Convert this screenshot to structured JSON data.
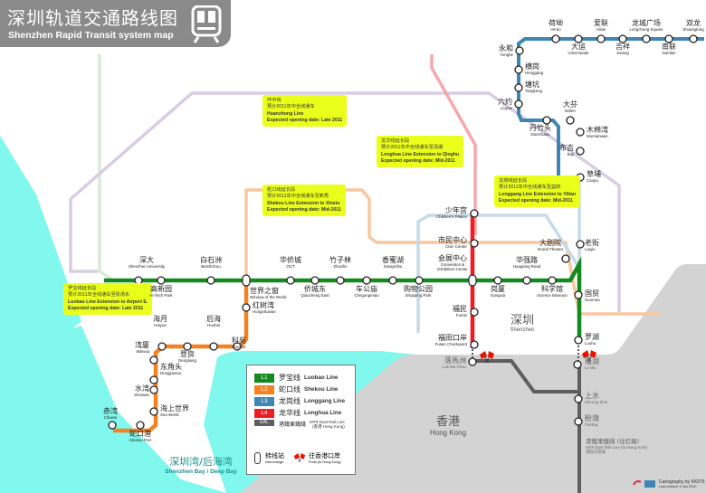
{
  "header": {
    "title_cn": "深圳轨道交通路线图",
    "title_en": "Shenzhen Rapid Transit system map",
    "icon": "metro-train-icon"
  },
  "colors": {
    "luobao": "#138a1e",
    "shekou": "#f58220",
    "longgang": "#3f86b5",
    "longhua": "#ee1c25",
    "eal": "#5e5e5e",
    "planned_huanzhong": "#d8cde3",
    "planned_shekou": "#f8c7a0",
    "planned_longgang": "#c5dbe9",
    "planned_longhua": "#f4a9ad",
    "planned_luobao": "#d9eadb",
    "sea": "#80f8ee",
    "hong_kong_land": "#d3d3d3",
    "note_bg": "#eaff1a"
  },
  "notes": [
    {
      "lines": [
        "环中线",
        "预计2011年中全线通车",
        "Huanzhong Line",
        "Expected opening date: Late 2011"
      ]
    },
    {
      "lines": [
        "龙华线延长段",
        "预计2011年中全线通车至清湖",
        "Longhua Line Extension to Qinghu",
        "Expected opening date: Mid-2011"
      ]
    },
    {
      "lines": [
        "蛇口线延长段",
        "预计2011年中全线通车至新秀",
        "Shekou Line Extension to Xinxiu",
        "Expected opening date: Mid-2011"
      ]
    },
    {
      "lines": [
        "龙岗线延长段",
        "预计2011年中全线通车至益田",
        "Longgang Line Extension to Yitian",
        "Expected opening date: Mid-2011"
      ]
    },
    {
      "lines": [
        "罗宝线延长段",
        "预计2011年全线通车至机场东",
        "Luobao Line Extension to Airport E.",
        "Expected opening date: Late 2011"
      ]
    }
  ],
  "stations": {
    "luobao": [
      {
        "cn": "深大",
        "en": "Shenzhen University"
      },
      {
        "cn": "高新园",
        "en": "Hi-Tech Park"
      },
      {
        "cn": "白石洲",
        "en": "Baishizhou"
      },
      {
        "cn": "世界之窗",
        "en": "Window of the World"
      },
      {
        "cn": "华侨城",
        "en": "OCT"
      },
      {
        "cn": "侨城东",
        "en": "Qiaocheng East"
      },
      {
        "cn": "竹子林",
        "en": "Zhuzilin"
      },
      {
        "cn": "车公庙",
        "en": "Chegongmiao"
      },
      {
        "cn": "香蜜湖",
        "en": "Xiangmihu"
      },
      {
        "cn": "购物公园",
        "en": "Shopping Park"
      },
      {
        "cn": "会展中心",
        "en": "Convention &",
        "en2": "Exhibition Center"
      },
      {
        "cn": "岗厦",
        "en": "Gangxia"
      },
      {
        "cn": "华强路",
        "en": "Huaqiang Road"
      },
      {
        "cn": "科学馆",
        "en": "Science Museum"
      },
      {
        "cn": "大剧院",
        "en": "Grand Theater"
      },
      {
        "cn": "老街",
        "en": "Laojie"
      },
      {
        "cn": "国贸",
        "en": "Guomao"
      },
      {
        "cn": "罗湖",
        "en": "Luohu"
      }
    ],
    "shekou": [
      {
        "cn": "红树湾",
        "en": "Hongshuwan"
      },
      {
        "cn": "科苑",
        "en": "Keyuan"
      },
      {
        "cn": "后海",
        "en": "Houhai"
      },
      {
        "cn": "登良",
        "en": "Dengliang"
      },
      {
        "cn": "海月",
        "en": "Haiyue"
      },
      {
        "cn": "湾厦",
        "en": "Wanxia"
      },
      {
        "cn": "东角头",
        "en": "Dongjiaotou"
      },
      {
        "cn": "水湾",
        "en": "Shuiwan"
      },
      {
        "cn": "海上世界",
        "en": "Sea World"
      },
      {
        "cn": "蛇口港",
        "en": "Shekou Port"
      },
      {
        "cn": "赤湾",
        "en": "Chiwan"
      }
    ],
    "longgang": [
      {
        "cn": "荷坳",
        "en": "He'ao"
      },
      {
        "cn": "大运",
        "en": "Universiade"
      },
      {
        "cn": "爱联",
        "en": "Ailian"
      },
      {
        "cn": "吉祥",
        "en": "Jixiang"
      },
      {
        "cn": "龙城广场",
        "en": "Longcheng Square"
      },
      {
        "cn": "南联",
        "en": "Nanlian"
      },
      {
        "cn": "双龙",
        "en": "Shuanglong"
      },
      {
        "cn": "永和",
        "en": "Yonghe"
      },
      {
        "cn": "横岗",
        "en": "Henggang"
      },
      {
        "cn": "塘坑",
        "en": "Tangkeng"
      },
      {
        "cn": "六约",
        "en": "Liuyue"
      },
      {
        "cn": "丹竹头",
        "en": "Danzhutou"
      },
      {
        "cn": "大芬",
        "en": "Dafen"
      },
      {
        "cn": "木棉湾",
        "en": "Mumianwan"
      },
      {
        "cn": "布吉",
        "en": "Buji"
      },
      {
        "cn": "草埔",
        "en": "Caopu"
      }
    ],
    "longhua": [
      {
        "cn": "少年宫",
        "en": "Children's Palace"
      },
      {
        "cn": "市民中心",
        "en": "Civic Center"
      },
      {
        "cn": "福民",
        "en": "Fumin"
      },
      {
        "cn": "福田口岸",
        "en": "Futian Checkpoint"
      }
    ],
    "eal": [
      {
        "cn": "落馬洲",
        "en": "Lok Ma Chau"
      },
      {
        "cn": "羅湖",
        "en": "Lo Wu"
      },
      {
        "cn": "上水",
        "en": "Sheung Shui"
      },
      {
        "cn": "粉嶺",
        "en": "Fanling"
      }
    ],
    "eal_label": {
      "cn": "港鐵東鐵綫 (往紅磡)",
      "en": "MTR East Rail Line (to Hung Hom)",
      "cn2": "港铁东铁线"
    }
  },
  "regions": {
    "shenzhen": {
      "cn": "深圳",
      "en": "Shenzhen"
    },
    "hong_kong": {
      "cn": "香港",
      "en": "Hong Kong"
    },
    "bay": {
      "cn": "深圳湾/后海湾",
      "en": "Shenzhen Bay / Deep Bay"
    }
  },
  "legend": {
    "lines": [
      {
        "badge": "L1",
        "cn": "罗宝线",
        "en": "Luobao Line",
        "color": "#138a1e"
      },
      {
        "badge": "L2",
        "cn": "蛇口线",
        "en": "Shekou Line",
        "color": "#f58220"
      },
      {
        "badge": "L3",
        "cn": "龙岗线",
        "en": "Longgang Line",
        "color": "#3f86b5"
      },
      {
        "badge": "L4",
        "cn": "龙华线",
        "en": "Longhua Line",
        "color": "#ee1c25"
      },
      {
        "badge": "EAL",
        "cn": "港鐵東鐵綫",
        "en": "MTR East Rail Line",
        "en2": "(香港 Hong Kong)",
        "color": "#5e5e5e"
      }
    ],
    "interchange": {
      "cn": "转线站",
      "en": "Interchange"
    },
    "ports": {
      "cn": "往香港口岸",
      "en": "Ports (to Hong Kong)"
    }
  },
  "credit": {
    "line1": "Cartography by KK675",
    "line2": "Last revised: 5 Jan 2010"
  }
}
